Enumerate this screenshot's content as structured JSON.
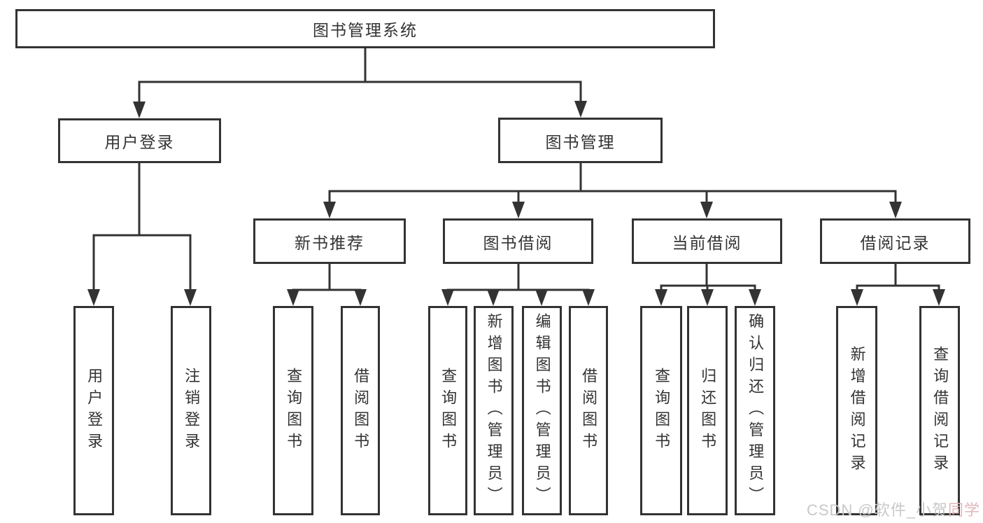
{
  "diagram": {
    "type": "flowchart",
    "root": {
      "label": "图书管理系统"
    },
    "user_login": {
      "label": "用户登录",
      "children": [
        {
          "label": "用户登录"
        },
        {
          "label": "注销登录"
        }
      ]
    },
    "book_mgmt": {
      "label": "图书管理",
      "sections": [
        {
          "label": "新书推荐",
          "children": [
            {
              "label": "查询图书"
            },
            {
              "label": "借阅图书"
            }
          ]
        },
        {
          "label": "图书借阅",
          "children": [
            {
              "label": "查询图书"
            },
            {
              "label": "新增图书（管理员）"
            },
            {
              "label": "编辑图书（管理员）"
            },
            {
              "label": "借阅图书"
            }
          ]
        },
        {
          "label": "当前借阅",
          "children": [
            {
              "label": "查询图书"
            },
            {
              "label": "归还图书"
            },
            {
              "label": "确认归还（管理员）"
            }
          ]
        },
        {
          "label": "借阅记录",
          "children": [
            {
              "label": "新增借阅记录"
            },
            {
              "label": "查询借阅记录"
            }
          ]
        }
      ]
    }
  },
  "watermark": {
    "text": "CSDN @软件_小贺同学",
    "gray_part": "CSDN @软件_小贺",
    "pink_part": "同学"
  },
  "colors": {
    "line": "#333333",
    "text": "#333333",
    "background": "#ffffff",
    "watermark_gray": "#c8c8c8",
    "watermark_pink": "#e2b6b8"
  }
}
